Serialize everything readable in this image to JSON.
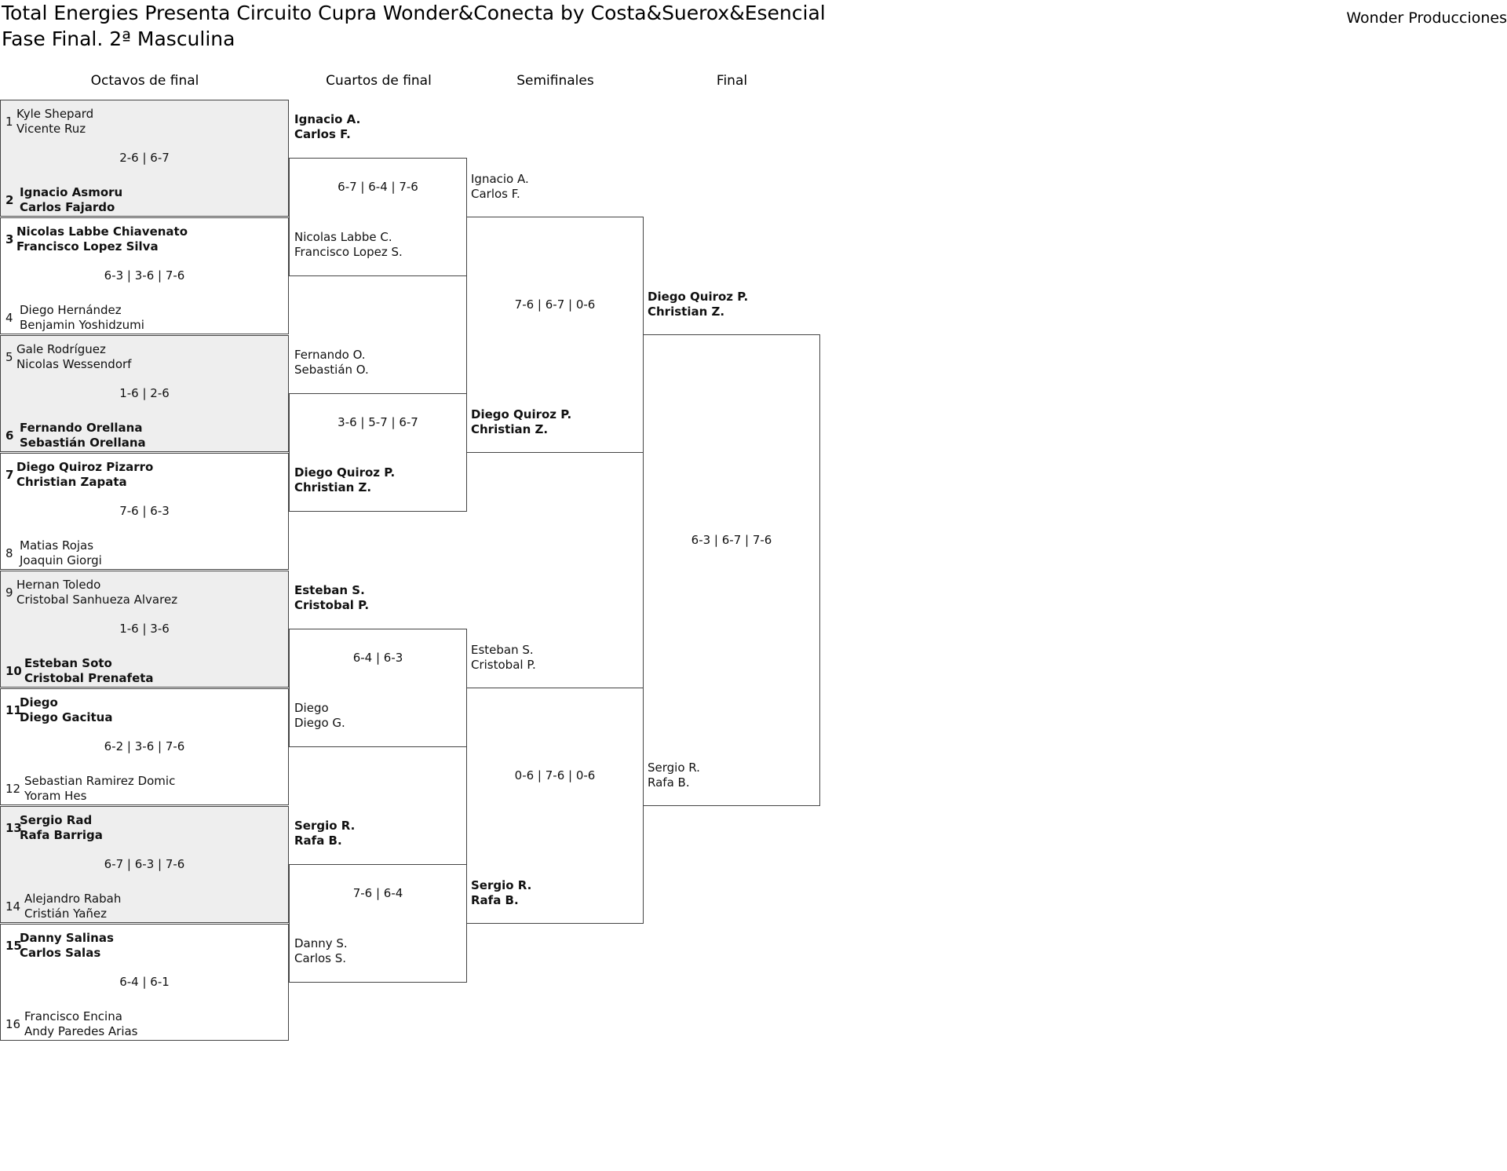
{
  "header": {
    "title_line1": "Total Energies Presenta Circuito Cupra Wonder&Conecta by Costa&Suerox&Esencial",
    "title_line2": "Fase Final. 2ª Masculina",
    "organizer": "Wonder Producciones"
  },
  "rounds": [
    "Octavos de final",
    "Cuartos de final",
    "Semifinales",
    "Final"
  ],
  "octavos": [
    {
      "top": {
        "seed": "1",
        "p1": "Kyle Shepard",
        "p2": "Vicente Ruz"
      },
      "bottom": {
        "seed": "2",
        "p1": "Ignacio Asmoru",
        "p2": "Carlos Fajardo"
      },
      "score": "2-6 | 6-7",
      "winner": "bottom"
    },
    {
      "top": {
        "seed": "3",
        "p1": "Nicolas Labbe Chiavenato",
        "p2": "Francisco Lopez Silva"
      },
      "bottom": {
        "seed": "4",
        "p1": "Diego Hernández",
        "p2": "Benjamin Yoshidzumi"
      },
      "score": "6-3 | 3-6 | 7-6",
      "winner": "top"
    },
    {
      "top": {
        "seed": "5",
        "p1": "Gale Rodríguez",
        "p2": "Nicolas Wessendorf"
      },
      "bottom": {
        "seed": "6",
        "p1": "Fernando Orellana",
        "p2": "Sebastián Orellana"
      },
      "score": "1-6 | 2-6",
      "winner": "bottom"
    },
    {
      "top": {
        "seed": "7",
        "p1": "Diego Quiroz Pizarro",
        "p2": "Christian Zapata"
      },
      "bottom": {
        "seed": "8",
        "p1": "Matias Rojas",
        "p2": "Joaquin Giorgi"
      },
      "score": "7-6 | 6-3",
      "winner": "top"
    },
    {
      "top": {
        "seed": "9",
        "p1": "Hernan Toledo",
        "p2": "Cristobal Sanhueza Alvarez"
      },
      "bottom": {
        "seed": "10",
        "p1": "Esteban Soto",
        "p2": "Cristobal Prenafeta"
      },
      "score": "1-6 | 3-6",
      "winner": "bottom"
    },
    {
      "top": {
        "seed": "11",
        "p1": "Diego",
        "p2": "Diego Gacitua"
      },
      "bottom": {
        "seed": "12",
        "p1": "Sebastian Ramirez Domic",
        "p2": "Yoram Hes"
      },
      "score": "6-2 | 3-6 | 7-6",
      "winner": "top"
    },
    {
      "top": {
        "seed": "13",
        "p1": "Sergio Rad",
        "p2": "Rafa Barriga"
      },
      "bottom": {
        "seed": "14",
        "p1": "Alejandro Rabah",
        "p2": "Cristián Yañez"
      },
      "score": "6-7 | 6-3 | 7-6",
      "winner": "top"
    },
    {
      "top": {
        "seed": "15",
        "p1": "Danny Salinas",
        "p2": "Carlos Salas"
      },
      "bottom": {
        "seed": "16",
        "p1": "Francisco Encina",
        "p2": "Andy Paredes Arias"
      },
      "score": "6-4 | 6-1",
      "winner": "top"
    }
  ],
  "cuartos": [
    {
      "top": {
        "p1": "Ignacio A.",
        "p2": "Carlos F."
      },
      "bottom": {
        "p1": "Nicolas Labbe C.",
        "p2": "Francisco Lopez S."
      },
      "score": "6-7 | 6-4 | 7-6",
      "winner": "top"
    },
    {
      "top": {
        "p1": "Fernando O.",
        "p2": "Sebastián O."
      },
      "bottom": {
        "p1": "Diego Quiroz P.",
        "p2": "Christian Z."
      },
      "score": "3-6 | 5-7 | 6-7",
      "winner": "bottom"
    },
    {
      "top": {
        "p1": "Esteban S.",
        "p2": "Cristobal P."
      },
      "bottom": {
        "p1": "Diego",
        "p2": "Diego G."
      },
      "score": "6-4 | 6-3",
      "winner": "top"
    },
    {
      "top": {
        "p1": "Sergio R.",
        "p2": "Rafa B."
      },
      "bottom": {
        "p1": "Danny S.",
        "p2": "Carlos S."
      },
      "score": "7-6 | 6-4",
      "winner": "top"
    }
  ],
  "semis": [
    {
      "top": {
        "p1": "Ignacio A.",
        "p2": "Carlos F."
      },
      "bottom": {
        "p1": "Diego Quiroz P.",
        "p2": "Christian Z."
      },
      "score": "7-6 | 6-7 | 0-6",
      "winner": "bottom"
    },
    {
      "top": {
        "p1": "Esteban S.",
        "p2": "Cristobal P."
      },
      "bottom": {
        "p1": "Sergio R.",
        "p2": "Rafa B."
      },
      "score": "0-6 | 7-6 | 0-6",
      "winner": "bottom"
    }
  ],
  "final": {
    "top": {
      "p1": "Diego Quiroz P.",
      "p2": "Christian Z."
    },
    "bottom": {
      "p1": "Sergio R.",
      "p2": "Rafa B."
    },
    "score": "6-3 | 6-7 | 7-6",
    "winner": "top"
  }
}
